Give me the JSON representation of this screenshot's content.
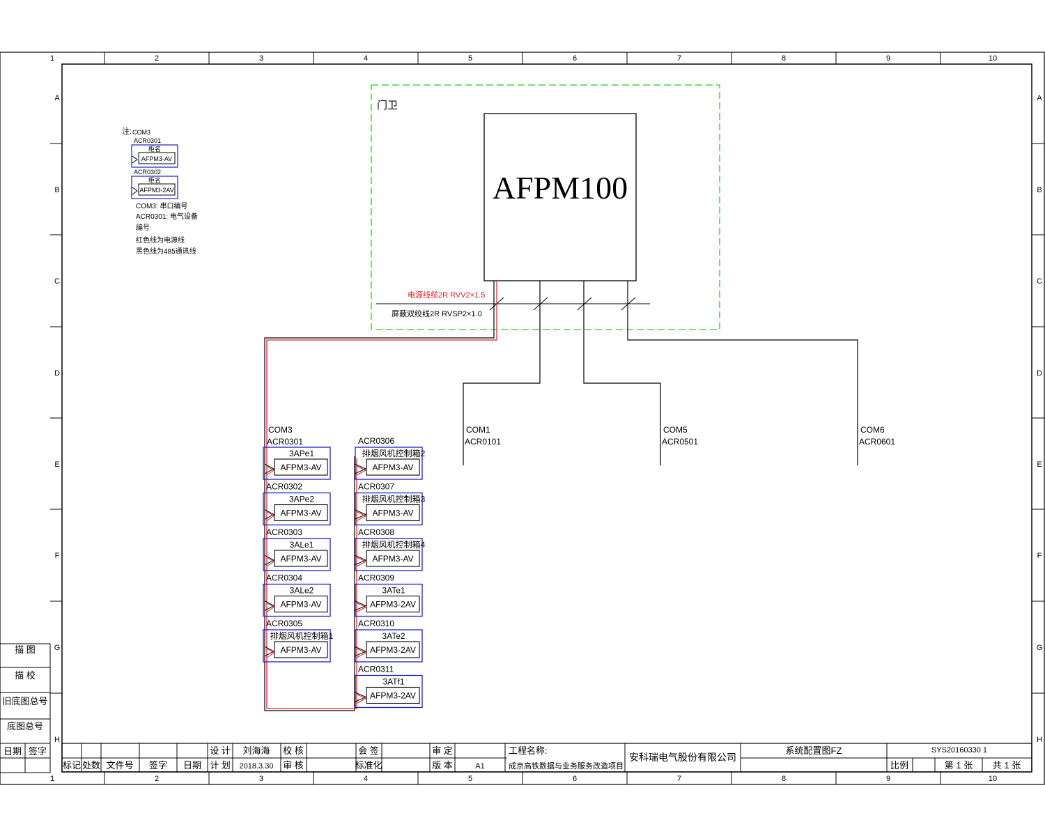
{
  "frame": {
    "columns": [
      "1",
      "2",
      "3",
      "4",
      "5",
      "6",
      "7",
      "8",
      "9",
      "10"
    ],
    "rows": [
      "A",
      "B",
      "C",
      "D",
      "E",
      "F",
      "G",
      "H"
    ]
  },
  "legend": {
    "note_label": "注:",
    "port": "COM3",
    "addr1": "ACR0301",
    "name1": "柜名",
    "model1": "AFPM3-AV",
    "addr2": "ACR0302",
    "name2": "柜名",
    "model2": "AFPM3-2AV",
    "lines": [
      "COM3: 串口编号",
      "ACR0301: 电气设备",
      "编号",
      "红色线为电源线",
      "黑色线为485通讯线"
    ]
  },
  "gate": {
    "label": "门卫",
    "host_model": "AFPM100",
    "power_cable": "电源线缆2R RVV2×1.5",
    "bus_cable": "屏蔽双绞线2R RVSP2×1.0"
  },
  "buses": [
    {
      "port": "COM3",
      "addr": "ACR0301"
    },
    {
      "port": "COM1",
      "addr": "ACR0101"
    },
    {
      "port": "COM5",
      "addr": "ACR0501"
    },
    {
      "port": "COM6",
      "addr": "ACR0601"
    }
  ],
  "devices_left": [
    {
      "addr": "",
      "name": "3APe1",
      "model": "AFPM3-AV"
    },
    {
      "addr": "ACR0302",
      "name": "3APe2",
      "model": "AFPM3-AV"
    },
    {
      "addr": "ACR0303",
      "name": "3ALe1",
      "model": "AFPM3-AV"
    },
    {
      "addr": "ACR0304",
      "name": "3ALe2",
      "model": "AFPM3-AV"
    },
    {
      "addr": "ACR0305",
      "name": "排烟风机控制箱1",
      "model": "AFPM3-AV"
    }
  ],
  "devices_right": [
    {
      "addr": "ACR0306",
      "name": "排烟风机控制箱2",
      "model": "AFPM3-AV"
    },
    {
      "addr": "ACR0307",
      "name": "排烟风机控制箱3",
      "model": "AFPM3-AV"
    },
    {
      "addr": "ACR0308",
      "name": "排烟风机控制箱4",
      "model": "AFPM3-AV"
    },
    {
      "addr": "ACR0309",
      "name": "3ATe1",
      "model": "AFPM3-2AV"
    },
    {
      "addr": "ACR0310",
      "name": "3ATe2",
      "model": "AFPM3-2AV"
    },
    {
      "addr": "ACR0311",
      "name": "3ATf1",
      "model": "AFPM3-2AV"
    }
  ],
  "side_table": [
    "描 图",
    "描 校",
    "旧底图总号",
    "底图总号",
    "日期",
    "签字"
  ],
  "title_block": {
    "h_row1": [
      "标记",
      "处数",
      "文件号",
      "签字",
      "日期"
    ],
    "design_label": "设 计",
    "design_name": "刘海海",
    "check_label": "校 核",
    "countersign_label": "会 签",
    "approve_label": "审 定",
    "drawn_label": "计 划",
    "drawn_date": "2018.3.30",
    "review_label": "审 核",
    "std_label": "标准化",
    "version_label": "版 本",
    "version_value": "A1",
    "project_label": "工程名称:",
    "project_name": "成京高铁数据与业务服务改造项目",
    "company": "安科瑞电气股份有限公司",
    "drawing_title": "系统配置图FZ",
    "drawing_no": "SYS20160330 1",
    "scale_label": "比例",
    "sheet": "第 1 张",
    "total": "共 1 张"
  }
}
